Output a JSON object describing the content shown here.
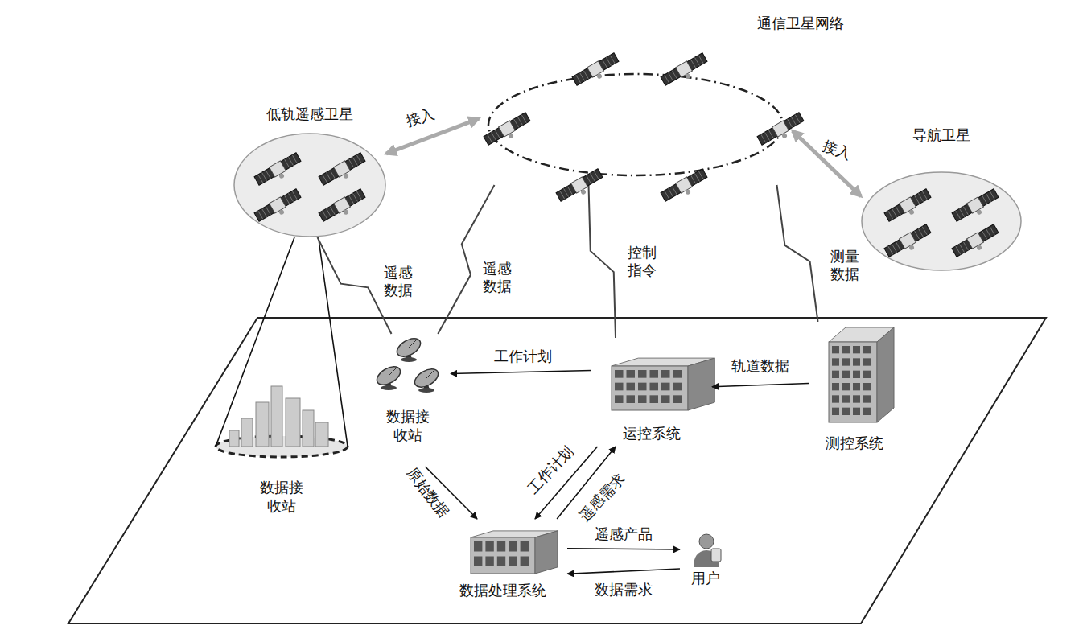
{
  "diagram": {
    "nodes": [
      {
        "text": [
          "通信卫星网络"
        ]
      },
      {
        "text": [
          "低轨遥感卫星"
        ]
      },
      {
        "text": [
          "导航卫星"
        ]
      },
      {
        "text": [
          "数据接收站"
        ]
      },
      {
        "text": [
          "运控系统"
        ]
      },
      {
        "text": [
          "测控系统"
        ]
      },
      {
        "text": [
          "数据接收站"
        ]
      },
      {
        "text": [
          "数据处理系统"
        ]
      },
      {
        "text": [
          "用户"
        ]
      }
    ],
    "edges": [
      {
        "from": 1,
        "to": 0,
        "label": "接入",
        "arrow": "both"
      },
      {
        "from": 0,
        "to": 2,
        "label": "接入",
        "arrow": "both"
      },
      {
        "from": 1,
        "to": 3,
        "label": "遥感数据",
        "arrow": "none"
      },
      {
        "from": 0,
        "to": 3,
        "label": "遥感数据",
        "arrow": "none"
      },
      {
        "from": 4,
        "to": 0,
        "label": "控制指令",
        "arrow": "none"
      },
      {
        "from": 5,
        "to": 0,
        "label": "测量数据",
        "arrow": "none"
      },
      {
        "from": 4,
        "to": 3,
        "label": "工作计划",
        "arrow": "to"
      },
      {
        "from": 5,
        "to": 4,
        "label": "轨道数据",
        "arrow": "to"
      },
      {
        "from": 3,
        "to": 7,
        "label": "原始数据",
        "arrow": "to"
      },
      {
        "from": 4,
        "to": 7,
        "label": "工作计划",
        "arrow": "to"
      },
      {
        "from": 7,
        "to": 4,
        "label": "遥感需求",
        "arrow": "to"
      },
      {
        "from": 7,
        "to": 8,
        "label": "遥感产品",
        "arrow": "to"
      },
      {
        "from": 8,
        "to": 7,
        "label": "数据需求",
        "arrow": "to"
      },
      {
        "from": 1,
        "to": 6,
        "arrow": "none"
      }
    ]
  }
}
